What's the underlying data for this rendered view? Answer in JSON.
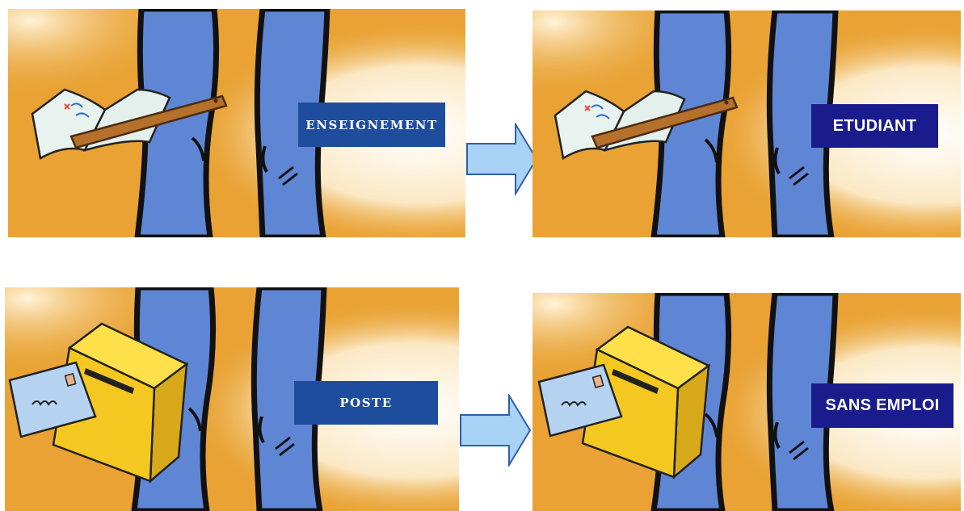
{
  "colors": {
    "background": "#ffffff",
    "panel_orange": "#e9a233",
    "leg_blue": "#5f86d4",
    "label_blue_original": "#1f4d9d",
    "label_blue_new": "#1a1b8c",
    "arrow_fill": "#a8d2f6",
    "arrow_stroke": "#2f5fa8"
  },
  "rows": [
    {
      "left": {
        "label": "ENSEIGNEMENT",
        "prop": "book-and-ruler"
      },
      "right": {
        "label": "ETUDIANT",
        "prop": "book-and-ruler"
      }
    },
    {
      "left": {
        "label": "POSTE",
        "prop": "mailbox-and-letter"
      },
      "right": {
        "label": "SANS EMPLOI",
        "prop": "mailbox-and-letter"
      }
    }
  ]
}
